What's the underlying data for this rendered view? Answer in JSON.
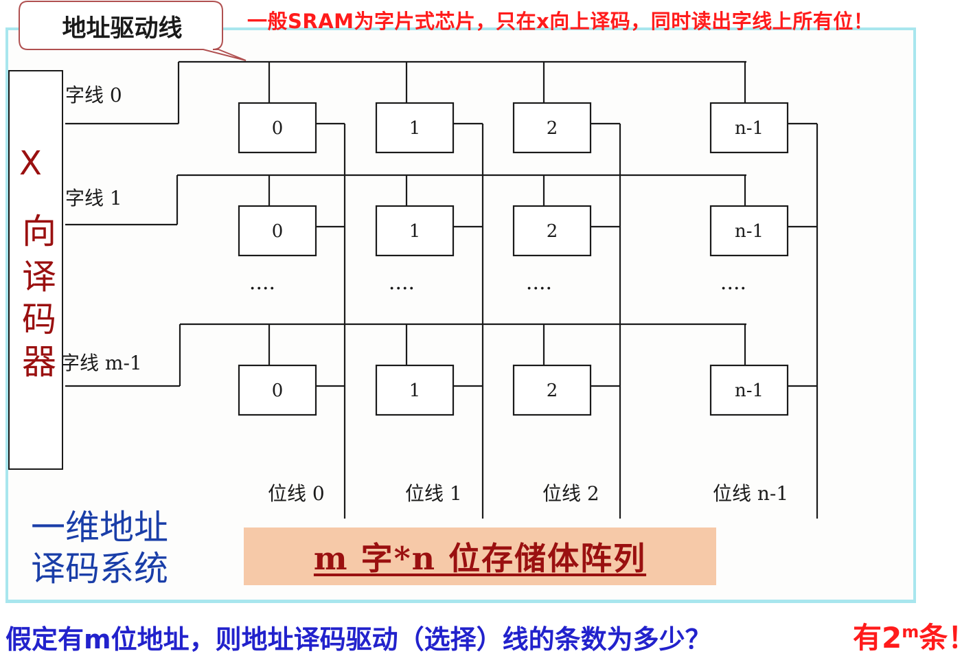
{
  "callout": {
    "text": "地址驱动线"
  },
  "top_note": "一般SRAM为字片式芯片，只在x向上译码，同时读出字线上所有位！",
  "decoder": {
    "x_label": "X",
    "chars": [
      "向",
      "译",
      "码",
      "器"
    ]
  },
  "word_lines": [
    "字线 0",
    "字线 1",
    "字线 m-1"
  ],
  "cell_labels": [
    "0",
    "1",
    "2",
    "n-1"
  ],
  "ellipsis": "····",
  "bit_lines": [
    "位线 0",
    "位线 1",
    "位线 2",
    "位线 n-1"
  ],
  "system_label": {
    "line1": "一维地址",
    "line2": "译码系统"
  },
  "array_label": "m 字*n 位存储体阵列",
  "question": "假定有m位地址，则地址译码驱动（选择）线的条数为多少？",
  "answer": {
    "prefix": "有2",
    "sup": "m",
    "suffix": "条！"
  },
  "colors": {
    "frame": "#a8e6ee",
    "red": "#ff1b1b",
    "blue": "#2222cc",
    "dark_red": "#9a1010",
    "array_bg": "#f6c9a8"
  }
}
